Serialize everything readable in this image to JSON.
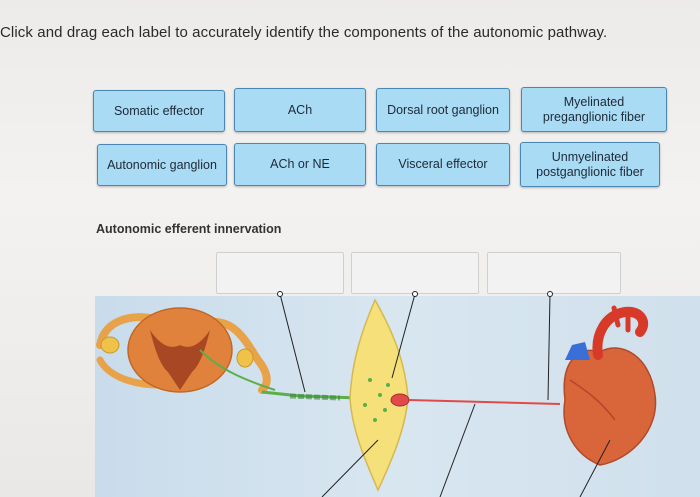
{
  "instructions": "Click and drag each label to accurately identify the components of the autonomic pathway.",
  "labels": [
    {
      "text": "Somatic effector"
    },
    {
      "text": "ACh"
    },
    {
      "text": "Dorsal root ganglion"
    },
    {
      "text": "Myelinated\npreganglionic fiber"
    },
    {
      "text": "Autonomic ganglion"
    },
    {
      "text": "ACh or NE"
    },
    {
      "text": "Visceral effector"
    },
    {
      "text": "Unmyelinated\npostganglionic fiber"
    }
  ],
  "section_title": "Autonomic efferent innervation",
  "colors": {
    "label_fill": "#a9dbf5",
    "label_border": "#4b86b4",
    "spinal_cord": "#e0823c",
    "ganglion": "#f5e07a",
    "fiber_green": "#5cae4a",
    "fiber_red": "#e04a4a",
    "heart_red": "#d83a2a",
    "heart_blue": "#3a6fd8"
  }
}
